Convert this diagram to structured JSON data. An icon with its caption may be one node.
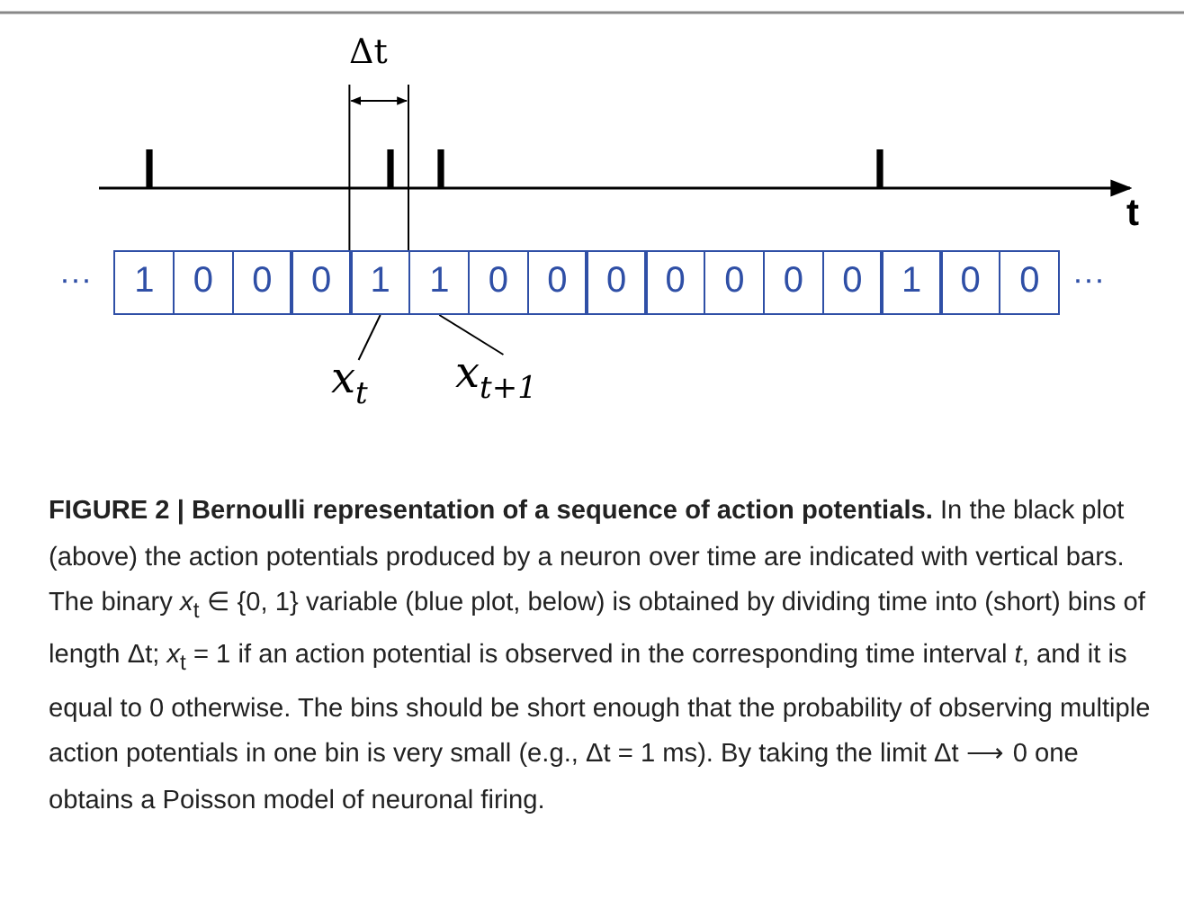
{
  "diagram": {
    "caption": "**FIGURE 2 | Bernoulli representation of a sequence of action potentials.** In the black plot (above) the action potentials produced by a neuron over time are indicated with vertical bars. The binary *x*$_{t}$ ∈ {0, 1} variable (blue plot, below) is obtained by dividing time into (short) bins of length Δt; *x*$_{t}$ = 1 if an action potential is observed in the corresponding time interval *t*, and it is equal to 0 otherwise. The bins should be short enough that the probability of observing multiple action potentials in one bin is very small (e.g., Δt = 1 ms). By taking the limit Δt ⟶ 0 one obtains a Poisson model of neuronal firing.",
    "nodes": [
      {
        "text": [
          "1"
        ]
      },
      {
        "text": [
          "0"
        ]
      },
      {
        "text": [
          "0"
        ]
      },
      {
        "text": [
          "0"
        ]
      },
      {
        "text": [
          "1"
        ]
      },
      {
        "text": [
          "1"
        ]
      },
      {
        "text": [
          "0"
        ]
      },
      {
        "text": [
          "0"
        ]
      },
      {
        "text": [
          "0"
        ]
      },
      {
        "text": [
          "0"
        ]
      },
      {
        "text": [
          "0"
        ]
      },
      {
        "text": [
          "0"
        ]
      },
      {
        "text": [
          "0"
        ]
      },
      {
        "text": [
          "1"
        ]
      },
      {
        "text": [
          "0"
        ]
      },
      {
        "text": [
          "0"
        ]
      },
      {
        "text": [
          "x$_{t}$"
        ]
      },
      {
        "text": [
          "x$_{t+1}$"
        ]
      }
    ],
    "edges": [
      {
        "from": 16,
        "to": 4,
        "arrow": "none"
      },
      {
        "from": 17,
        "to": 5,
        "arrow": "none"
      }
    ],
    "labels": [
      "Δt",
      "t",
      "···",
      "···"
    ]
  }
}
